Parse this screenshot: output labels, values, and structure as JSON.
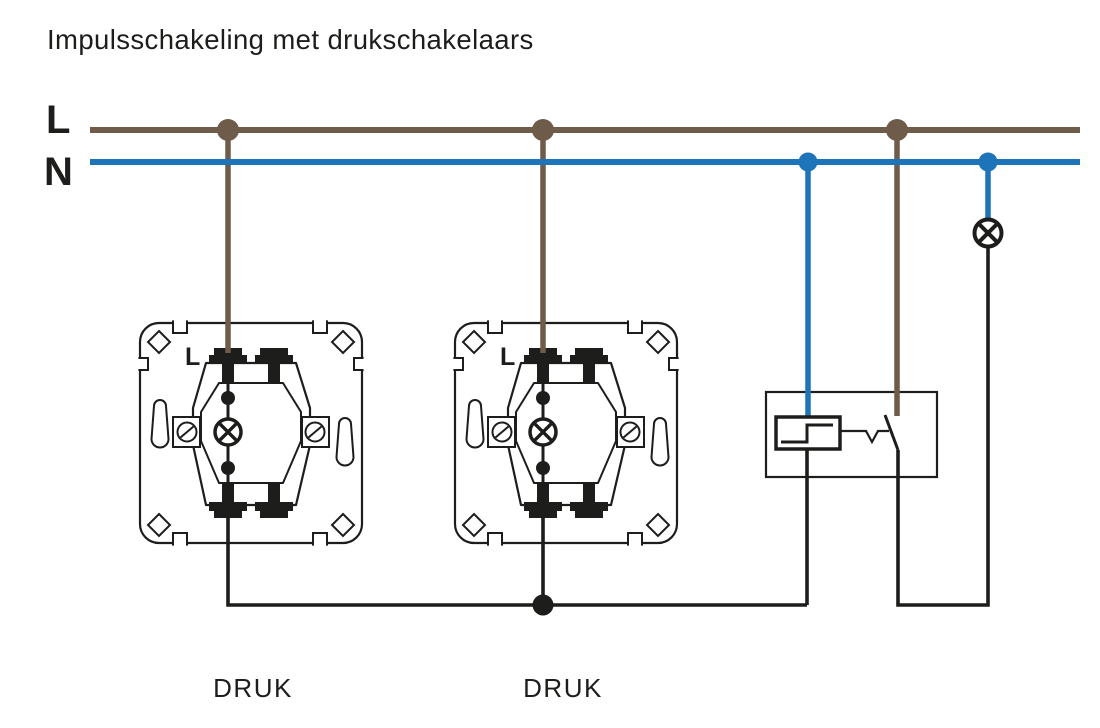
{
  "title": "Impulsschakeling met drukschakelaars",
  "power_rails": {
    "live_label": "L",
    "neutral_label": "N"
  },
  "switches": [
    {
      "terminal_label": "L",
      "caption": "DRUK"
    },
    {
      "terminal_label": "L",
      "caption": "DRUK"
    }
  ],
  "components": {
    "relay": "impulse-relay",
    "lamp": "lamp"
  },
  "colors": {
    "wire_brown": "#6E5B49",
    "wire_blue": "#1E74B9",
    "ink": "#1D1D1B",
    "background": "#FFFFFF"
  }
}
